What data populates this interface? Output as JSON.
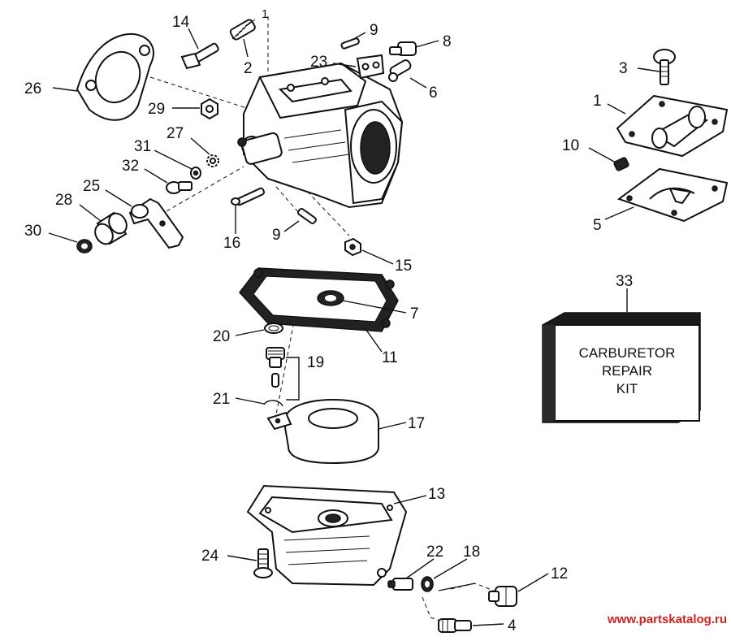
{
  "callouts": {
    "c1": "1",
    "c2": "2",
    "c3": "3",
    "c4": "4",
    "c5": "5",
    "c6": "6",
    "c7": "7",
    "c8": "8",
    "c9a": "9",
    "c9b": "9",
    "c10": "10",
    "c11": "11",
    "c12": "12",
    "c13": "13",
    "c14": "14",
    "c15": "15",
    "c16": "16",
    "c17": "17",
    "c18": "18",
    "c19": "19",
    "c20": "20",
    "c21": "21",
    "c22": "22",
    "c23": "23",
    "c24": "24",
    "c25": "25",
    "c26": "26",
    "c27": "27",
    "c28": "28",
    "c29": "29",
    "c30": "30",
    "c31": "31",
    "c32": "32",
    "c33": "33"
  },
  "dashed_ref_label": "1",
  "kit_box": {
    "line1": "CARBURETOR",
    "line2": "REPAIR",
    "line3": "KIT"
  },
  "watermark": "www.partskatalog.ru"
}
